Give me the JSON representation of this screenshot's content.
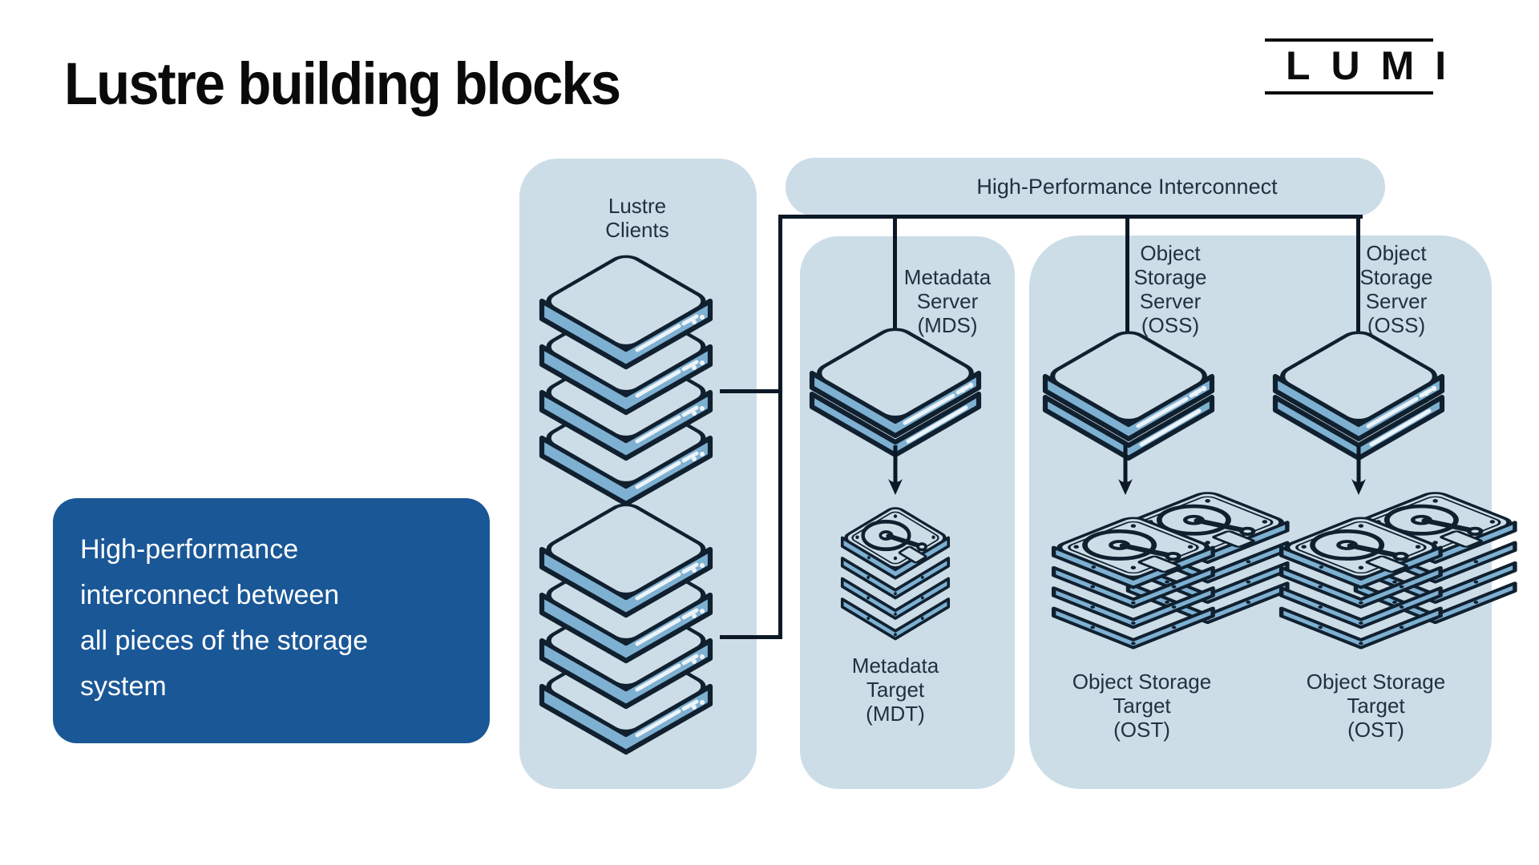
{
  "slide": {
    "title": "Lustre building blocks"
  },
  "logo": {
    "text": "LUMI"
  },
  "callout": {
    "lines": [
      "High-performance",
      "interconnect between",
      "all pieces of the storage",
      "system"
    ]
  },
  "diagram": {
    "interconnect_label": "High-Performance Interconnect",
    "clients_label": "Lustre\nClients",
    "mds": {
      "server": "Metadata\nServer\n(MDS)",
      "target": "Metadata\nTarget\n(MDT)"
    },
    "oss1": {
      "server": "Object\nStorage\nServer\n(OSS)",
      "target": "Object Storage\nTarget\n(OST)"
    },
    "oss2": {
      "server": "Object\nStorage\nServer\n(OSS)",
      "target": "Object Storage\nTarget\n(OST)"
    }
  },
  "colors": {
    "panel_blue": "#ccdde8",
    "icon_mid_blue": "#7eb0d2",
    "icon_outline": "#10202e",
    "callout_bg": "#1a5796",
    "connector_line": "#0d1826",
    "label_text": "#22303f",
    "title_text": "#0a0a0a"
  }
}
